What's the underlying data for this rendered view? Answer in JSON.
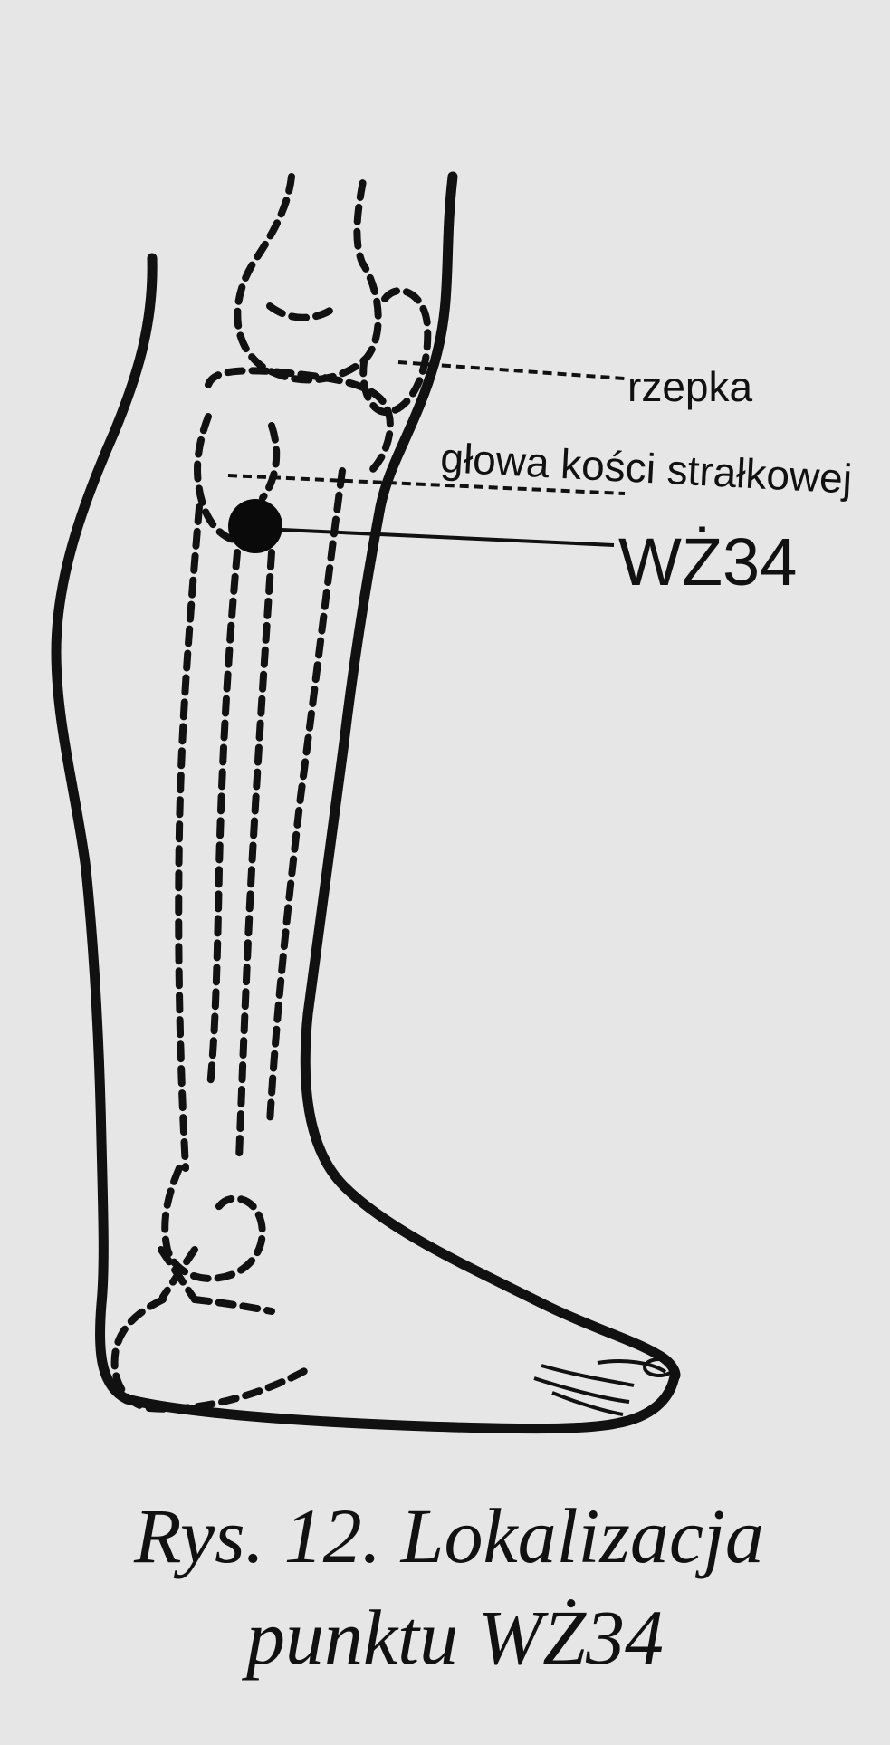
{
  "figure": {
    "labels": {
      "patella": "rzepka",
      "fibula_head": "głowa kości strałkowej",
      "point": "WŻ34"
    },
    "caption": {
      "line1": "Rys. 12. Lokalizacja",
      "line2": "punktu WŻ34"
    }
  }
}
